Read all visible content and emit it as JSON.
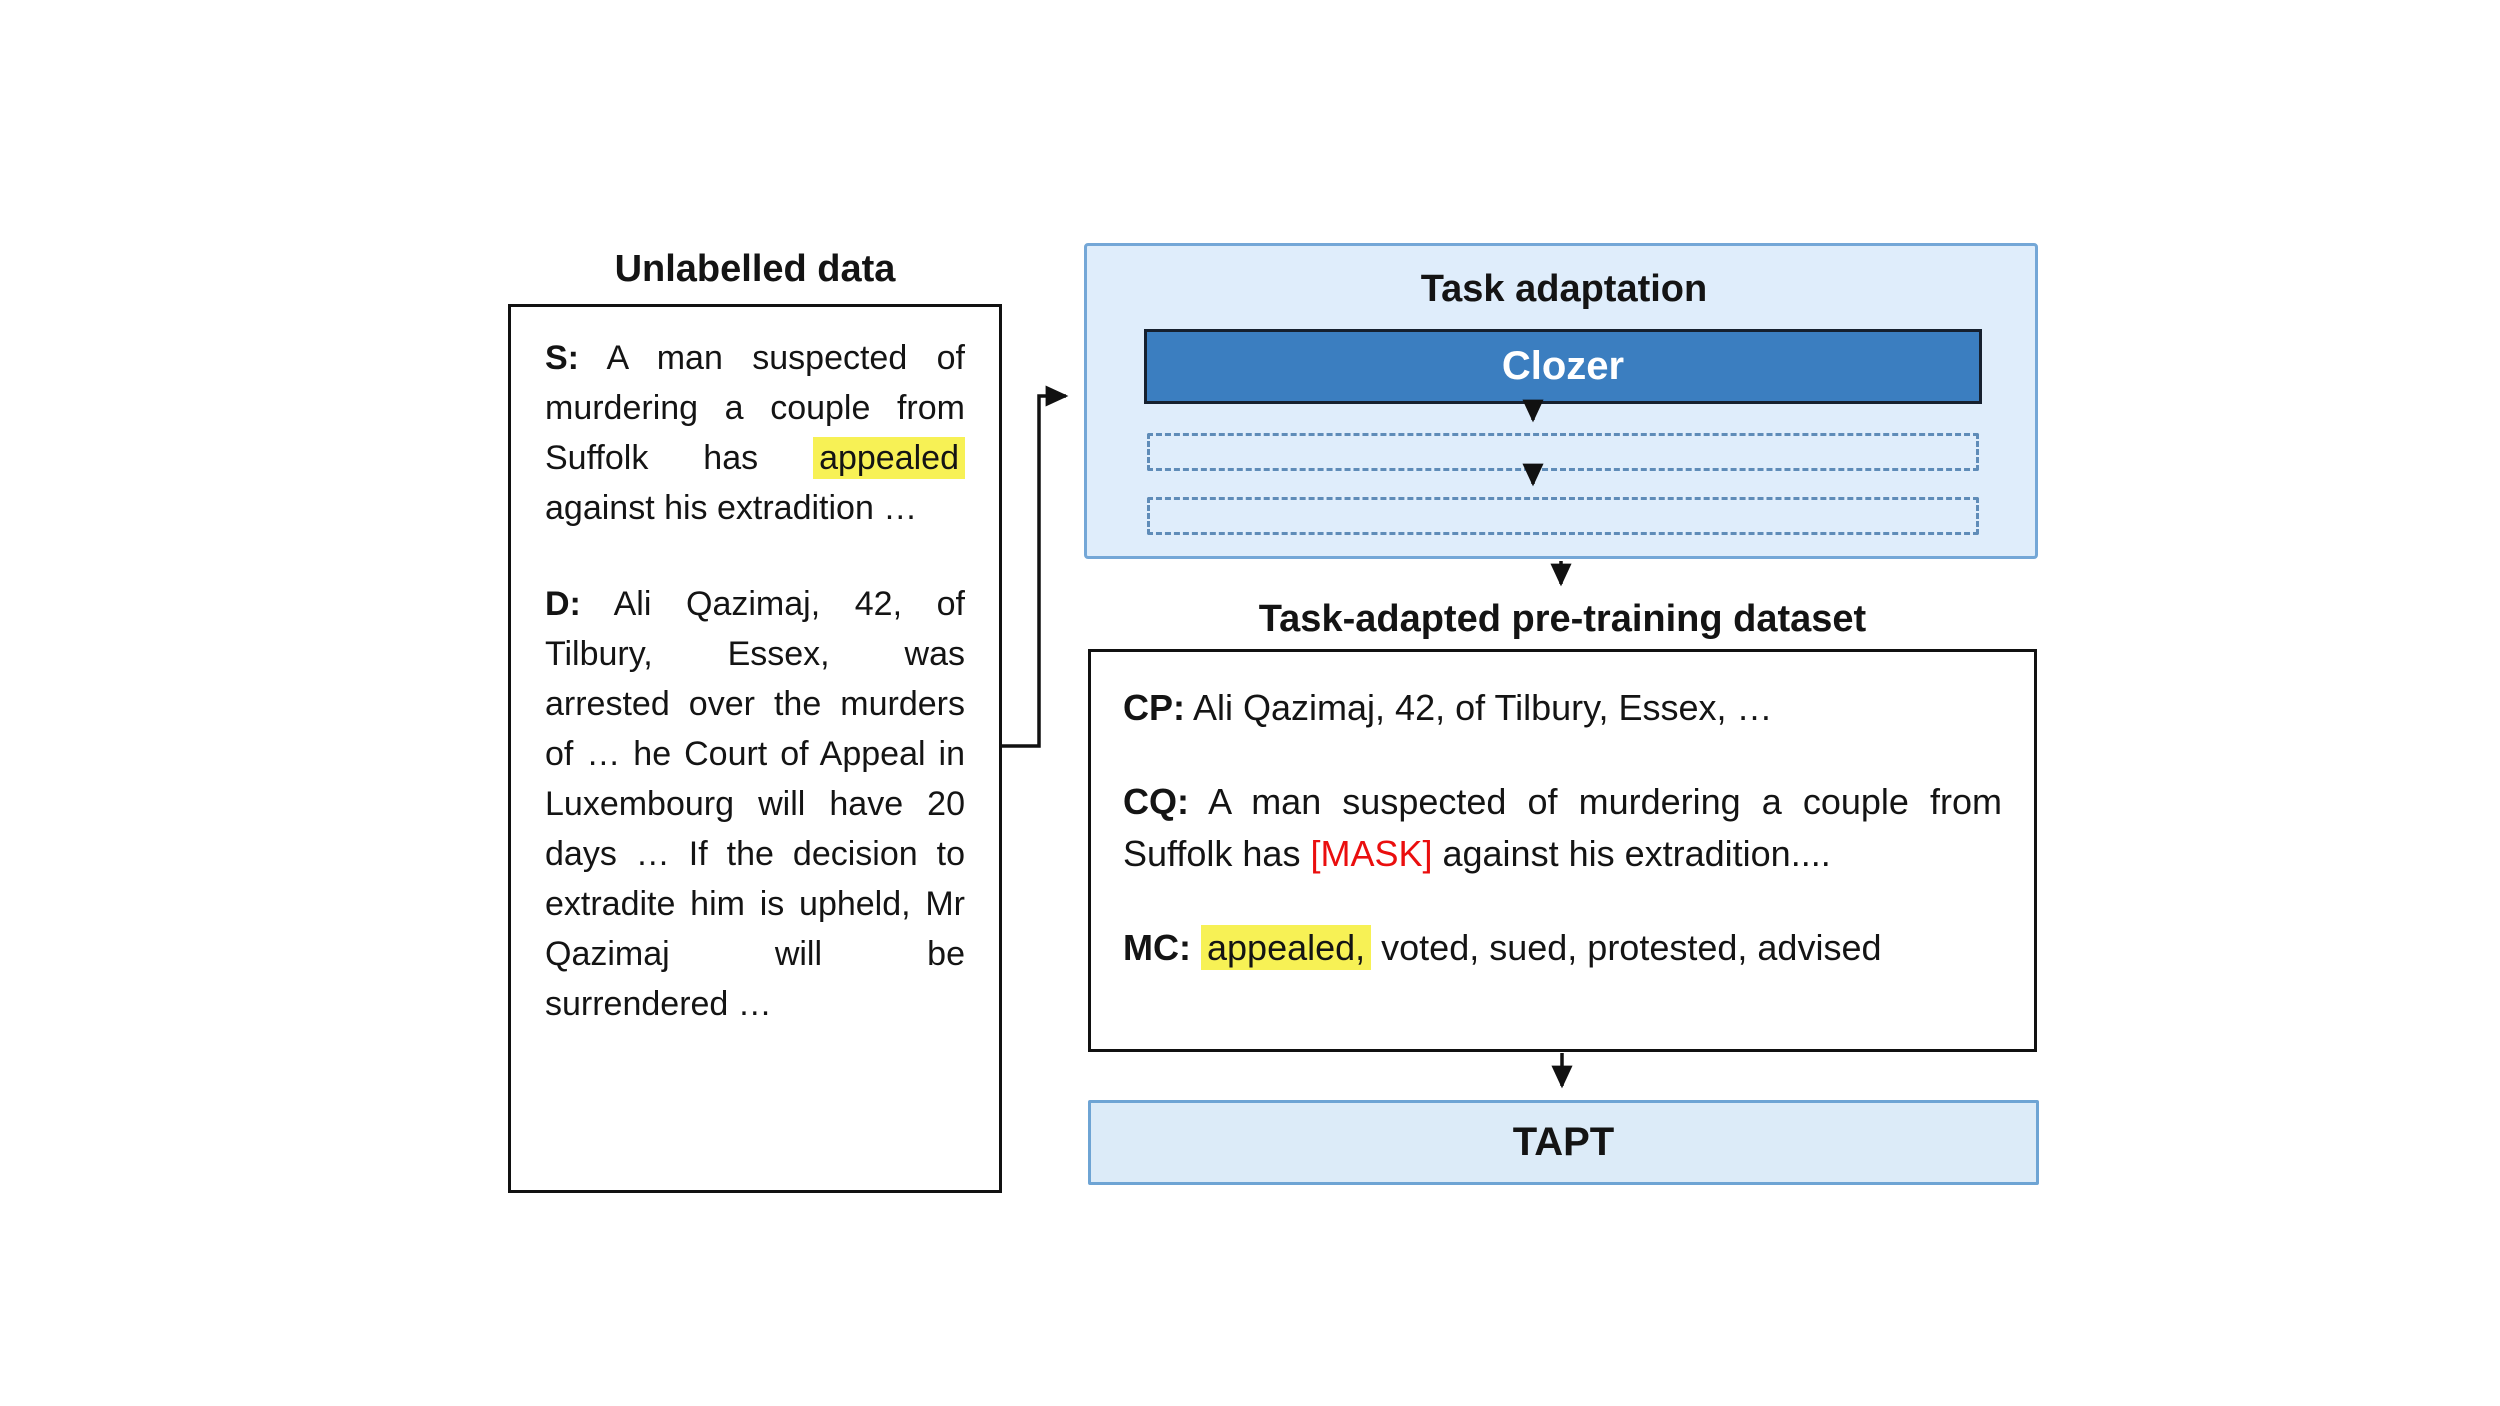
{
  "diagram": {
    "unlabelled": {
      "title": "Unlabelled data",
      "s_label": "S:",
      "s_pre": "  A man suspected of murdering a couple from Suffolk has ",
      "s_highlight": "appealed",
      "s_post": " against his extradition …",
      "d_label": "D:",
      "d_text": " Ali Qazimaj, 42, of Tilbury, Essex, was arrested over the murders of … he Court of Appeal in Luxembourg will have 20 days … If the decision to extradite him is upheld, Mr Qazimaj will be surrendered …"
    },
    "task_adaptation": {
      "title": "Task adaptation",
      "clozer_label": "Clozer"
    },
    "dataset": {
      "title": "Task-adapted pre-training dataset",
      "cp_label": "CP:",
      "cp_text": " Ali Qazimaj, 42, of Tilbury, Essex, …",
      "cq_label": "CQ:",
      "cq_pre": " A man suspected of murdering a couple from Suffolk has ",
      "cq_mask": "[MASK]",
      "cq_post": " against his extradition....",
      "mc_label": "MC:",
      "mc_highlight": "appealed,",
      "mc_rest": " voted, sued, protested, advised"
    },
    "tapt_label": "TAPT",
    "colors": {
      "panel_bg": "#dfedfb",
      "panel_border": "#74a7d7",
      "clozer_bg": "#3b7ec0",
      "clozer_border": "#16202e",
      "box_border": "#111111",
      "tapt_bg": "#dcebf8",
      "tapt_border": "#6ea4d4",
      "dashed_border": "#5f8cb8",
      "highlight_yellow": "#f7f155",
      "mask_red": "#ea0e0e",
      "arrow_black": "#111111",
      "text_black": "#141414"
    }
  }
}
